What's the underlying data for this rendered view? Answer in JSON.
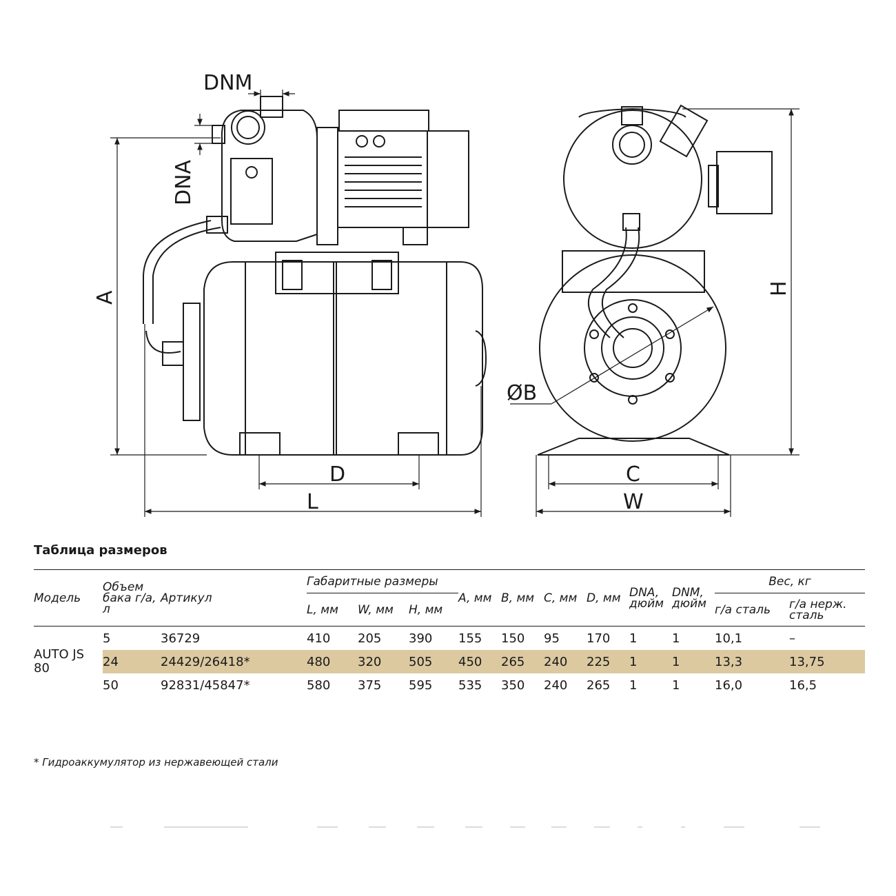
{
  "drawing": {
    "labels": {
      "dnm": "DNM",
      "dna": "DNA",
      "a": "A",
      "d": "D",
      "l": "L",
      "h": "H",
      "b": "ØB",
      "c": "C",
      "w": "W"
    }
  },
  "table": {
    "title": "Таблица размеров",
    "headers": {
      "model": "Модель",
      "tank": "Объем бака г/а, л",
      "article": "Артикул",
      "overall": "Габаритные размеры",
      "l": "L, мм",
      "w": "W, мм",
      "h": "H, мм",
      "a": "A, мм",
      "b": "B, мм",
      "c": "C, мм",
      "d": "D, мм",
      "dna": "DNA, дюйм",
      "dnm": "DNM, дюйм",
      "weight": "Вес, кг",
      "steel": "г/а сталь",
      "stainless": "г/а нерж. сталь"
    },
    "model": "AUTO JS 80",
    "rows": [
      {
        "tank": "5",
        "article": "36729",
        "l": "410",
        "w": "205",
        "h": "390",
        "a": "155",
        "b": "150",
        "c": "95",
        "d": "170",
        "dna": "1",
        "dnm": "1",
        "steel": "10,1",
        "stainless": "–"
      },
      {
        "tank": "24",
        "article": "24429/26418*",
        "l": "480",
        "w": "320",
        "h": "505",
        "a": "450",
        "b": "265",
        "c": "240",
        "d": "225",
        "dna": "1",
        "dnm": "1",
        "steel": "13,3",
        "stainless": "13,75"
      },
      {
        "tank": "50",
        "article": "92831/45847*",
        "l": "580",
        "w": "375",
        "h": "595",
        "a": "535",
        "b": "350",
        "c": "240",
        "d": "265",
        "dna": "1",
        "dnm": "1",
        "steel": "16,0",
        "stainless": "16,5"
      }
    ],
    "highlight_color": "#dcc9a0"
  },
  "footnote": "* Гидроаккумулятор из нержавеющей стали"
}
